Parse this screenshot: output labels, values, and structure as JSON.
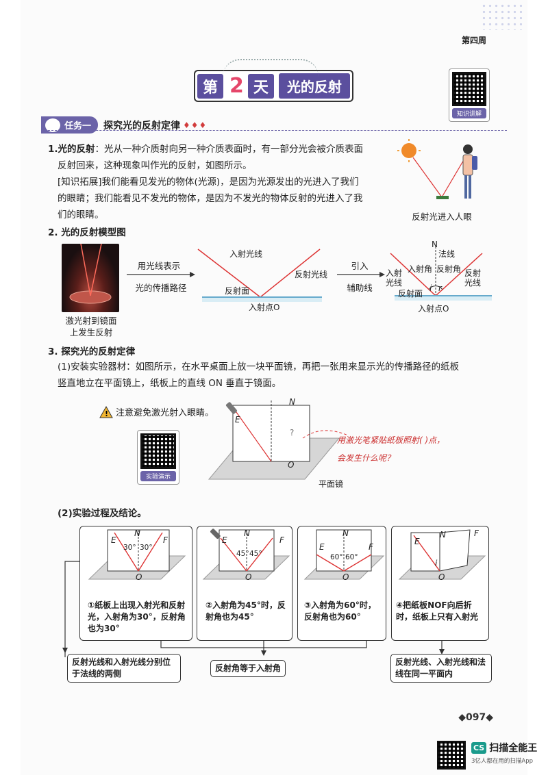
{
  "header": {
    "week": "第四周"
  },
  "title": {
    "prefix": "第",
    "number": "2",
    "suffix": "天",
    "main": "光的反射"
  },
  "qr_top": {
    "label": "知识讲解"
  },
  "task": {
    "label": "任务一",
    "title": "探究光的反射定律",
    "difficulty": "♦♦♦"
  },
  "section1": {
    "num": "1.",
    "term": "光的反射",
    "line1": "：光从一种介质射向另一种介质表面时，有一部分光会被介质表面",
    "line2": "反射回来，这种现象叫作光的反射，如图所示。",
    "ext_label": "[知识拓展]",
    "ext_line1": "我们能看见发光的物体(光源)，是因为光源发出的光进入了我们",
    "ext_line2": "的眼睛；我们能看见不发光的物体，是因为不发光的物体反射的光进入了我",
    "ext_line3": "们的眼睛。",
    "figure_caption": "反射光进入人眼"
  },
  "section2": {
    "title": "2. 光的反射模型图",
    "photo_caption_1": "激光射到镜面",
    "photo_caption_2": "上发生反射",
    "arrow1_top": "用光线表示",
    "arrow1_bottom": "光的传播路径",
    "model1": {
      "incident": "入射光线",
      "reflected": "反射光线",
      "surface": "反射面",
      "point": "入射点O"
    },
    "arrow2_top": "引入",
    "arrow2_bottom": "辅助线",
    "model2": {
      "N": "N",
      "normal": "法线",
      "incident_angle": "入射角",
      "reflection_angle": "反射角",
      "incident_ray": "入射\n光线",
      "reflected_ray": "反射\n光线",
      "surface": "反射面",
      "i": "i",
      "r": "r",
      "point": "入射点O"
    }
  },
  "section3": {
    "title": "3. 探究光的反射定律",
    "step1_line1": "(1)安装实验器材：如图所示，在水平桌面上放一块平面镜，再把一张用来显示光的传播路径的纸板",
    "step1_line2": "竖直地立在平面镜上，纸板上的直线 ON 垂直于镜面。",
    "warning": "注意避免激光射入眼睛。",
    "qr_label": "实验演示",
    "fig_N": "N",
    "fig_E": "E",
    "fig_O": "O",
    "fig_q": "?",
    "mirror": "平面镜",
    "note_line1": "用激光笔紧贴纸板照射( )点，",
    "note_line2": "会发生什么呢？",
    "step2": "(2)实验过程及结论。",
    "boxes": [
      {
        "E": "E",
        "N": "N",
        "F": "F",
        "O": "O",
        "a1": "30°",
        "a2": "30°",
        "text": "①纸板上出现入射光和反射光，入射角为30°，反射角也为30°"
      },
      {
        "E": "E",
        "N": "N",
        "F": "F",
        "O": "O",
        "a1": "45°",
        "a2": "45°",
        "text": "②入射角为45°时，反射角也为45°"
      },
      {
        "E": "E",
        "N": "N",
        "F": "F",
        "O": "O",
        "a1": "60°",
        "a2": "60°",
        "text": "③入射角为60°时，反射角也为60°"
      },
      {
        "E": "E",
        "N": "N",
        "F": "F",
        "O": "O",
        "i": "i",
        "text": "④把纸板NOF向后折时，纸板上只有入射光"
      }
    ],
    "conclusions": [
      "反射光线和入射光线分别位于法线的两侧",
      "反射角等于入射角",
      "反射光线、入射光线和法线在同一平面内"
    ]
  },
  "footer": {
    "page": "◆097◆",
    "brand_name": "扫描全能王",
    "brand_tag": "3亿人都在用的扫描App",
    "brand_logo": "CS"
  }
}
